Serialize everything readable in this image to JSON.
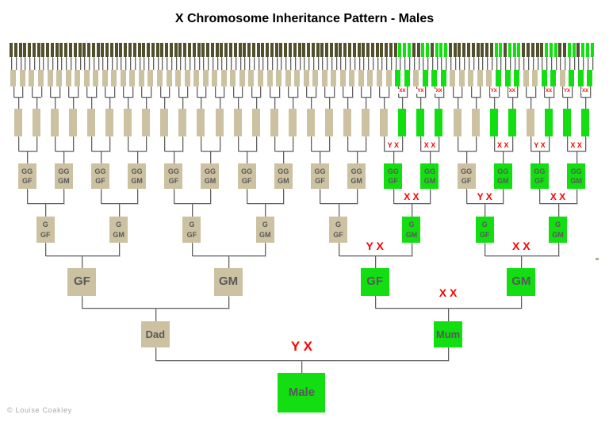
{
  "title": "X Chromosome Inheritance Pattern - Males",
  "copyright": "© Louise Coakley",
  "colors": {
    "tan": "#CCC1A1",
    "green": "#12DE12",
    "dark_bar": "#514F2C",
    "label_red": "#FF0000",
    "box_text": "#595959",
    "line": "#616161"
  },
  "generations": [
    {
      "id": "gen8",
      "shape": "bar",
      "count": 128,
      "green": [
        85,
        86,
        87,
        90,
        91,
        93,
        94,
        95,
        106,
        107,
        109,
        110,
        111,
        117,
        118,
        119,
        122,
        123,
        125,
        126,
        127
      ]
    },
    {
      "id": "gen7",
      "shape": "bar",
      "count": 64,
      "green": [
        42,
        43,
        45,
        46,
        47,
        53,
        54,
        55,
        58,
        59,
        61,
        62,
        63
      ]
    },
    {
      "id": "gen6",
      "shape": "bar",
      "count": 32,
      "green": [
        21,
        22,
        23,
        26,
        27,
        29,
        30,
        31
      ],
      "chromosome_labels": {
        "21": "XX",
        "22": "YX",
        "23": "XX",
        "26": "YX",
        "27": "XX",
        "29": "XX",
        "30": "YX",
        "31": "XX"
      }
    },
    {
      "id": "gen5",
      "shape": "box",
      "count": 16,
      "green": [
        10,
        11,
        13,
        14,
        15
      ],
      "box_labels": [
        "GG GF",
        "GG GM",
        "GG GF",
        "GG GM",
        "GG GF",
        "GG GM",
        "GG GF",
        "GG GM",
        "GG GF",
        "GG GM",
        "GG GF",
        "GG GM",
        "GG GF",
        "GG GM",
        "GG GF",
        "GG GM"
      ],
      "chromosome_labels": {
        "10": "Y X",
        "11": "X X",
        "13": "X X",
        "14": "Y X",
        "15": "X X"
      }
    },
    {
      "id": "gen4",
      "shape": "box",
      "count": 8,
      "green": [
        5,
        6,
        7
      ],
      "box_labels": [
        "G GF",
        "G GM",
        "G GF",
        "G GM",
        "G GF",
        "G GM",
        "G GF",
        "G GM"
      ],
      "chromosome_labels": {
        "5": "X X",
        "6": "Y X",
        "7": "X X"
      }
    },
    {
      "id": "gen3",
      "shape": "box",
      "count": 4,
      "green": [
        2,
        3
      ],
      "box_labels": [
        "GF",
        "GM",
        "GF",
        "GM"
      ],
      "chromosome_labels": {
        "2": "Y X",
        "3": "X X"
      }
    },
    {
      "id": "gen2",
      "shape": "box",
      "count": 2,
      "green": [
        1
      ],
      "box_labels": [
        "Dad",
        "Mum"
      ],
      "chromosome_labels": {
        "1": "X X"
      }
    },
    {
      "id": "gen1",
      "shape": "box",
      "count": 1,
      "green": [
        0
      ],
      "box_labels": [
        "Male"
      ],
      "chromosome_labels": {
        "0": "Y X"
      }
    }
  ]
}
